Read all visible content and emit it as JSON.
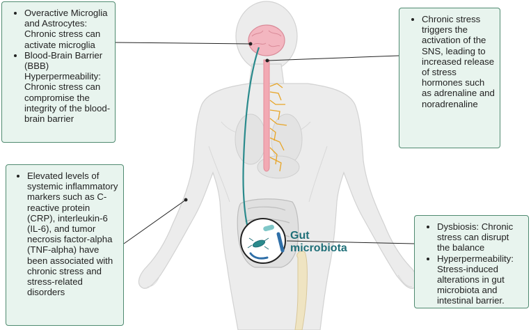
{
  "boxes": {
    "top_left": {
      "items": [
        "Overactive Microglia and Astrocytes: Chronic stress can activate microglia",
        "Blood-Brain Barrier (BBB) Hyperpermeability: Chronic stress can compromise the integrity of the blood-brain barrier"
      ]
    },
    "top_right": {
      "items": [
        "Chronic stress triggers the activation of the SNS, leading to increased release of stress hormones such as adrenaline and noradrenaline"
      ]
    },
    "middle_left": {
      "items": [
        "Elevated levels of systemic inflammatory markers such as C-reactive protein (CRP), interleukin-6 (IL-6), and tumor necrosis factor-alpha (TNF-alpha) have been associated with chronic stress and stress-related disorders"
      ]
    },
    "bottom_right": {
      "items": [
        "Dysbiosis: Chronic stress can disrupt the balance",
        "Hyperpermeability: Stress-induced alterations in gut microbiota and intestinal barrier."
      ]
    }
  },
  "gut_label": {
    "line1": "Gut",
    "line2": "microbiota"
  },
  "colors": {
    "box_fill": "#e8f4ee",
    "box_border": "#4f8a70",
    "vagus_nerve": "#2a8a8c",
    "brain": "#f3b6c0",
    "spinal_cord": "#f2a9b3",
    "nerves": "#e8a526",
    "gut_label": "#1f6f78",
    "body": "#e6e6e6"
  }
}
